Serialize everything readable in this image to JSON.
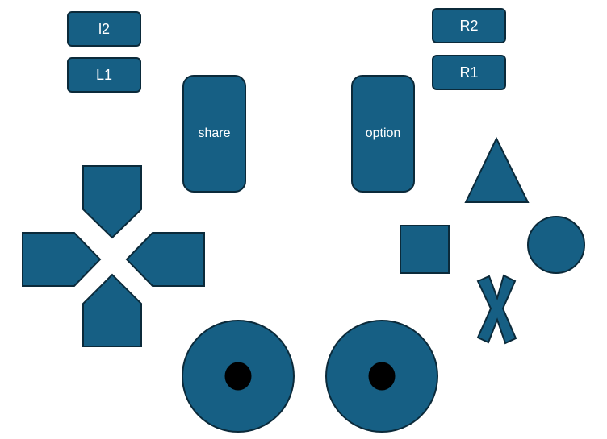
{
  "colors": {
    "fill": "#165f84",
    "stroke": "#0b2a3a",
    "text": "#ffffff",
    "center_dot": "#000000"
  },
  "shoulder_buttons": {
    "l2": "l2",
    "l1": "L1",
    "r2": "R2",
    "r1": "R1"
  },
  "center_buttons": {
    "share": "share",
    "option": "option"
  },
  "dpad": {
    "up_icon": "dpad-up-icon",
    "down_icon": "dpad-down-icon",
    "left_icon": "dpad-left-icon",
    "right_icon": "dpad-right-icon"
  },
  "face_buttons": {
    "triangle_icon": "triangle-icon",
    "square_icon": "square-icon",
    "circle_icon": "circle-icon",
    "cross_icon": "cross-icon"
  },
  "sticks": {
    "left_icon": "left-stick-icon",
    "right_icon": "right-stick-icon"
  }
}
